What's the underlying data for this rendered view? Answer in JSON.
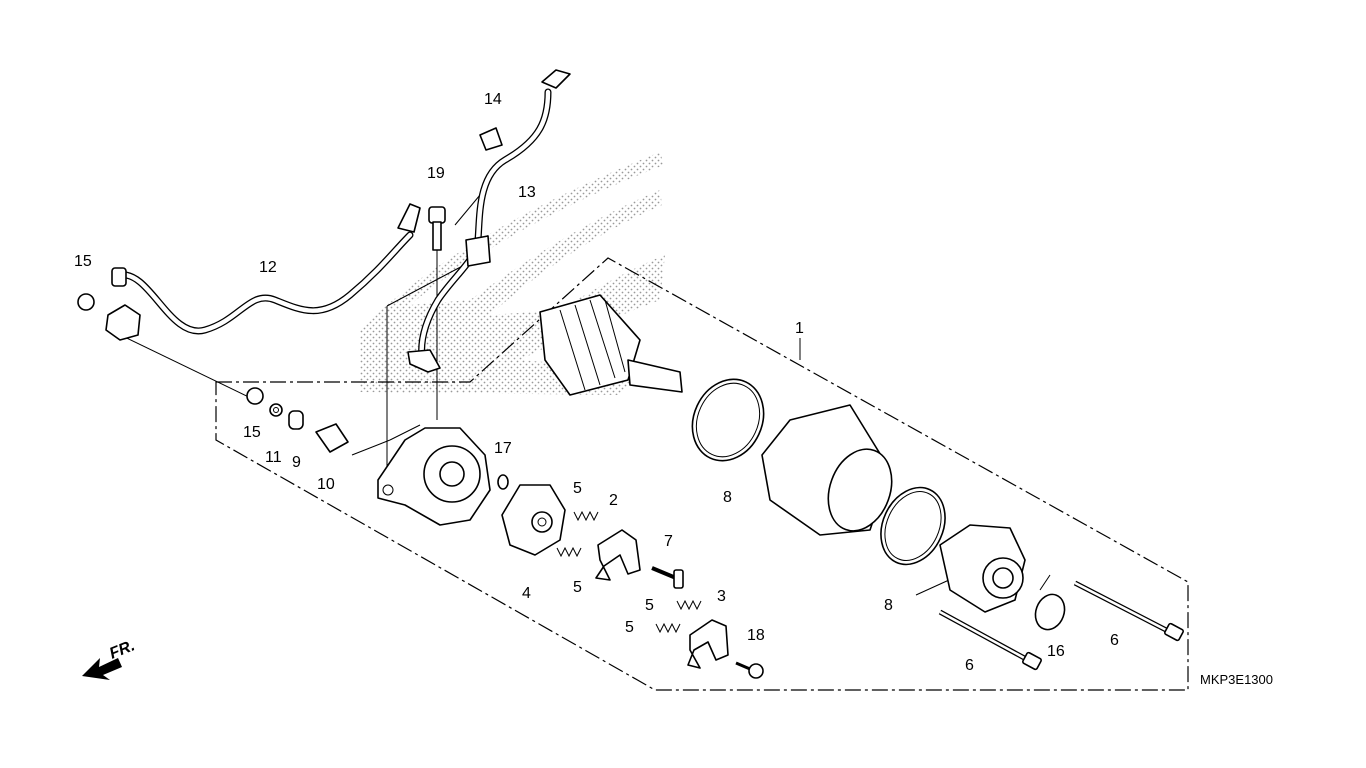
{
  "diagram_code": "MKP3E1300",
  "direction_label": "FR.",
  "parts": [
    {
      "id": "p1",
      "label": "1",
      "name": "starter-motor-assembly"
    },
    {
      "id": "p2",
      "label": "2",
      "name": "brush-holder-terminal"
    },
    {
      "id": "p3",
      "label": "3",
      "name": "brush-holder-terminal"
    },
    {
      "id": "p4",
      "label": "4",
      "name": "brush-holder"
    },
    {
      "id": "p5a",
      "label": "5",
      "name": "brush-spring"
    },
    {
      "id": "p5b",
      "label": "5",
      "name": "brush-spring"
    },
    {
      "id": "p5c",
      "label": "5",
      "name": "brush-spring"
    },
    {
      "id": "p5d",
      "label": "5",
      "name": "brush-spring"
    },
    {
      "id": "p6a",
      "label": "6",
      "name": "long-bolt"
    },
    {
      "id": "p6b",
      "label": "6",
      "name": "long-bolt"
    },
    {
      "id": "p7",
      "label": "7",
      "name": "terminal-bolt"
    },
    {
      "id": "p8a",
      "label": "8",
      "name": "o-ring"
    },
    {
      "id": "p8b",
      "label": "8",
      "name": "o-ring"
    },
    {
      "id": "p9",
      "label": "9",
      "name": "insulator"
    },
    {
      "id": "p10",
      "label": "10",
      "name": "terminal-insulator"
    },
    {
      "id": "p11",
      "label": "11",
      "name": "washer"
    },
    {
      "id": "p12",
      "label": "12",
      "name": "starter-cable"
    },
    {
      "id": "p13",
      "label": "13",
      "name": "ground-cable"
    },
    {
      "id": "p14",
      "label": "14",
      "name": "cable-clip"
    },
    {
      "id": "p15a",
      "label": "15",
      "name": "nut"
    },
    {
      "id": "p15b",
      "label": "15",
      "name": "nut"
    },
    {
      "id": "p16",
      "label": "16",
      "name": "o-ring"
    },
    {
      "id": "p17",
      "label": "17",
      "name": "o-ring"
    },
    {
      "id": "p18",
      "label": "18",
      "name": "screw"
    },
    {
      "id": "p19",
      "label": "19",
      "name": "flange-bolt"
    }
  ]
}
